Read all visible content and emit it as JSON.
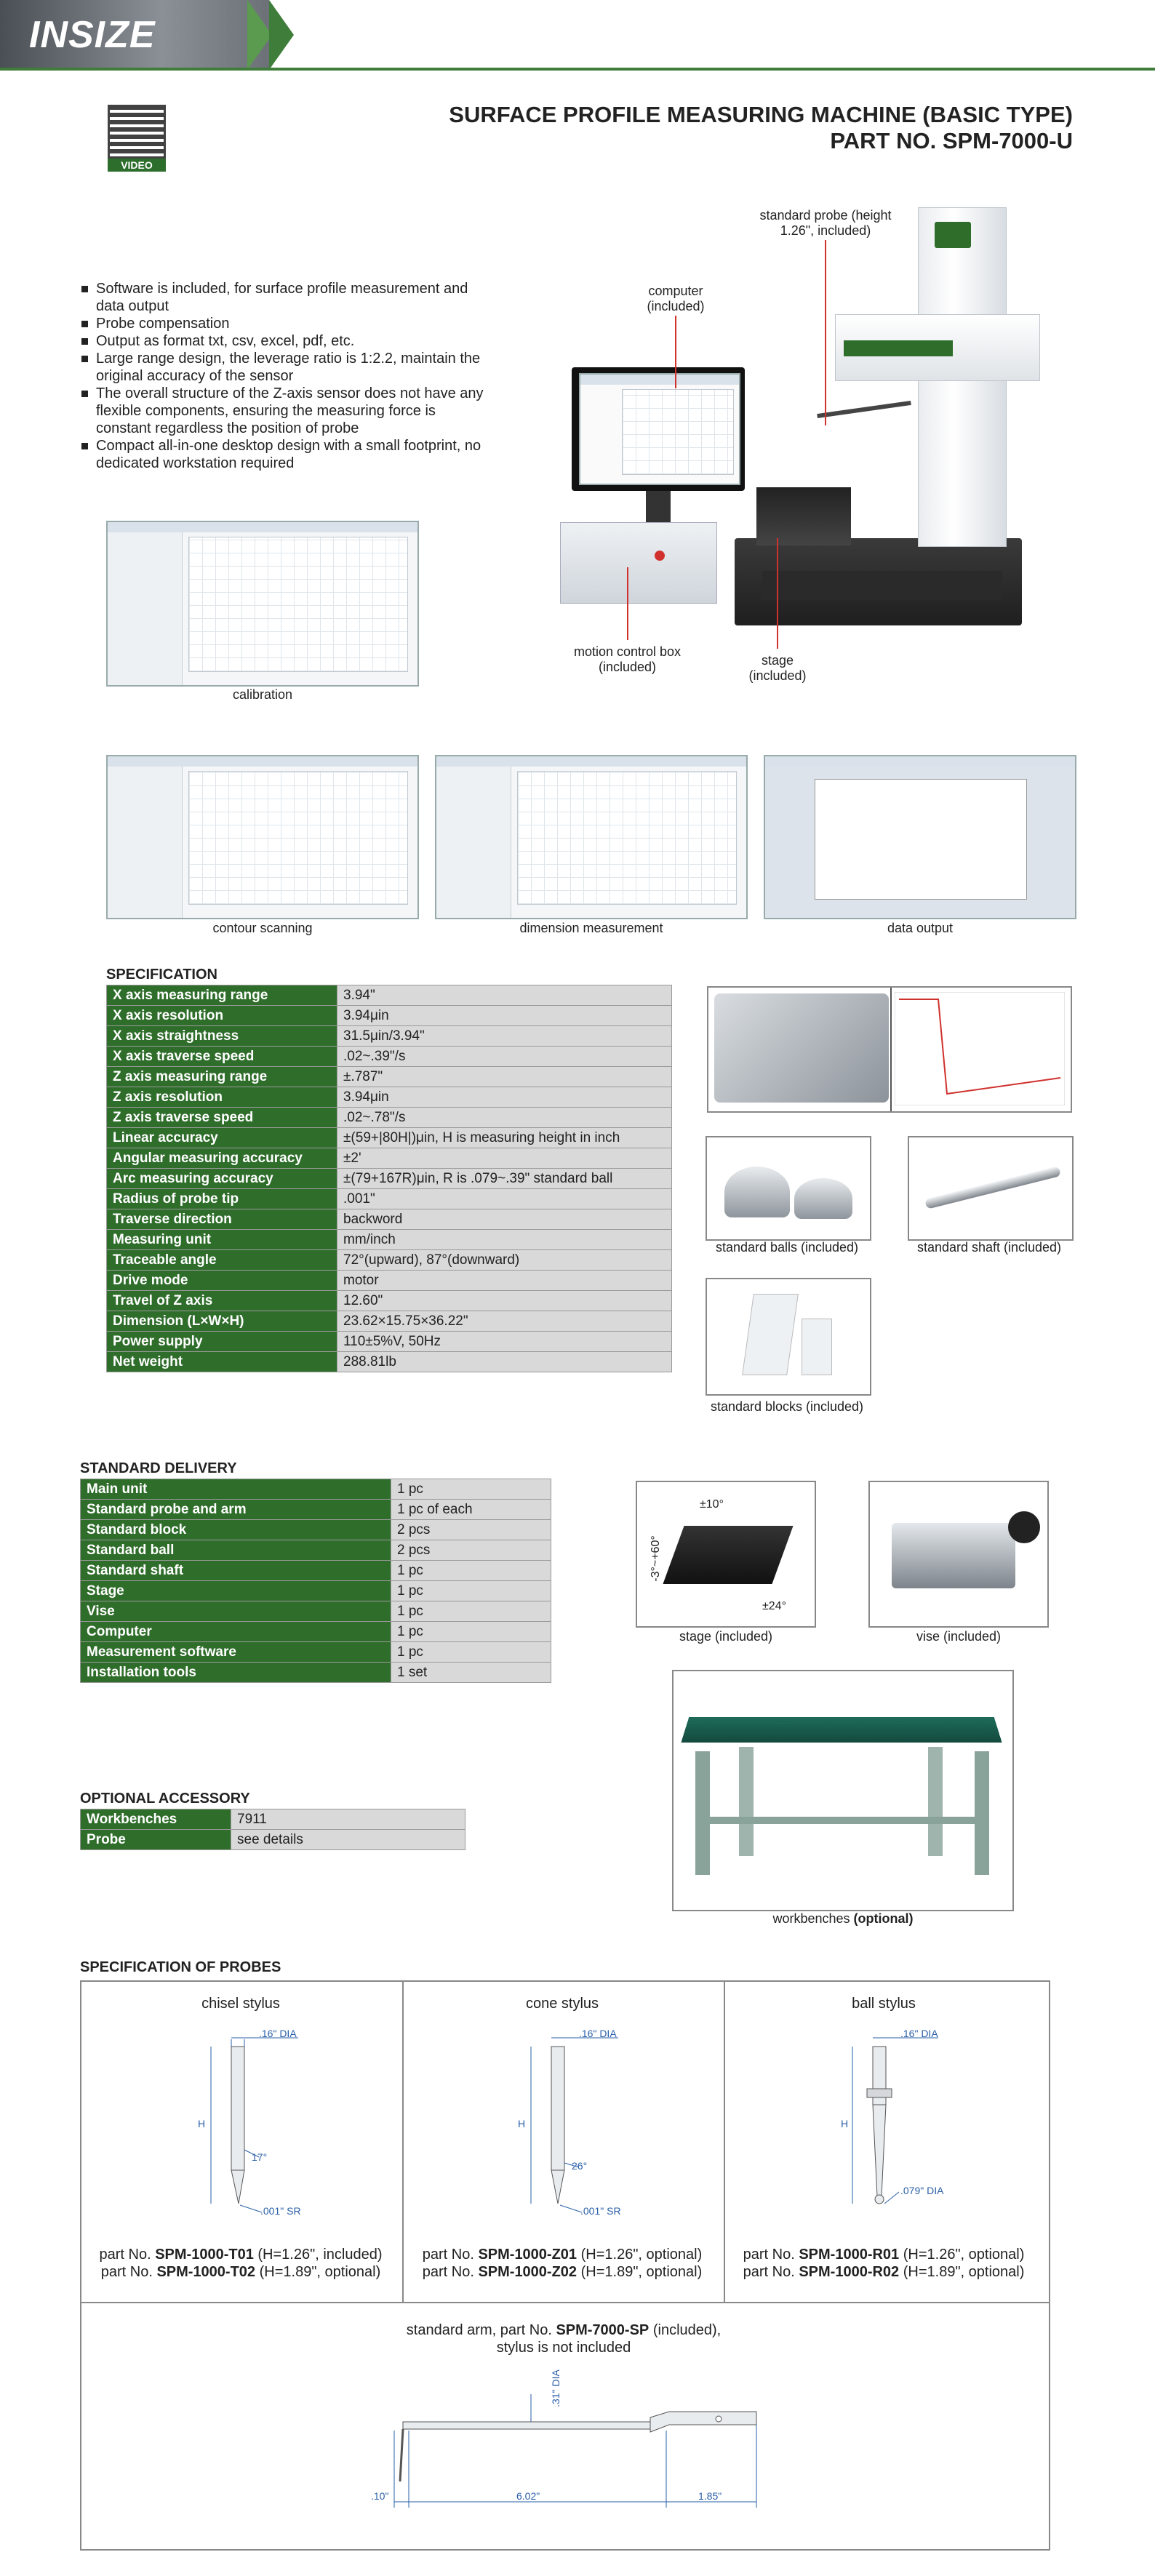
{
  "header": {
    "logo": "INSIZE"
  },
  "qr": {
    "label": "VIDEO"
  },
  "title": {
    "line1": "SURFACE PROFILE MEASURING MACHINE (BASIC TYPE)",
    "line2": "PART NO. SPM-7000-U"
  },
  "features": [
    "Software is included, for surface profile measurement and data output",
    "Probe compensation",
    "Output as format txt, csv, excel, pdf, etc.",
    "Large range design, the leverage ratio is 1:2.2, maintain the original accuracy of the sensor",
    "The overall structure of the Z-axis sensor does not have any flexible components, ensuring the measuring force is constant regardless the position of probe",
    "Compact all-in-one desktop design with a small footprint, no dedicated workstation required"
  ],
  "machine_callouts": {
    "standard_probe": "standard probe (height 1.26\", included)",
    "computer": "computer (included)",
    "motion_control": "motion control box (included)",
    "stage": "stage (included)"
  },
  "screenshots": {
    "calibration": "calibration",
    "contour": "contour scanning",
    "dimension": "dimension measurement",
    "data_output": "data output"
  },
  "specification": {
    "title": "SPECIFICATION",
    "rows": [
      {
        "k": "X axis measuring range",
        "v": "3.94\""
      },
      {
        "k": "X axis resolution",
        "v": "3.94μin"
      },
      {
        "k": "X axis straightness",
        "v": "31.5μin/3.94\""
      },
      {
        "k": "X axis traverse speed",
        "v": ".02~.39\"/s"
      },
      {
        "k": "Z axis measuring range",
        "v": "±.787\""
      },
      {
        "k": "Z axis resolution",
        "v": "3.94μin"
      },
      {
        "k": "Z axis traverse speed",
        "v": ".02~.78\"/s"
      },
      {
        "k": "Linear accuracy",
        "v": "±(59+|80H|)μin, H is measuring height in inch"
      },
      {
        "k": "Angular measuring accuracy",
        "v": "±2'"
      },
      {
        "k": "Arc measuring accuracy",
        "v": "±(79+167R)μin, R is .079~.39\" standard ball"
      },
      {
        "k": "Radius of probe tip",
        "v": ".001\""
      },
      {
        "k": "Traverse direction",
        "v": "backword"
      },
      {
        "k": "Measuring unit",
        "v": "mm/inch"
      },
      {
        "k": "Traceable angle",
        "v": "72°(upward), 87°(downward)"
      },
      {
        "k": "Drive mode",
        "v": "motor"
      },
      {
        "k": "Travel of Z axis",
        "v": "12.60\""
      },
      {
        "k": "Dimension (L×W×H)",
        "v": "23.62×15.75×36.22\""
      },
      {
        "k": "Power supply",
        "v": "110±5%V, 50Hz"
      },
      {
        "k": "Net weight",
        "v": "288.81lb"
      }
    ]
  },
  "accessory_images": {
    "balls": "standard balls (included)",
    "shaft": "standard shaft (included)",
    "blocks": "standard blocks (included)",
    "stage": "stage (included)",
    "stage_angle1": "±10°",
    "stage_angle2": "-3°~+60°",
    "stage_angle3": "±24°",
    "vise": "vise (included)",
    "workbench_prefix": "workbenches ",
    "workbench_bold": "(optional)"
  },
  "standard_delivery": {
    "title": "STANDARD DELIVERY",
    "rows": [
      {
        "k": "Main unit",
        "v": "1 pc"
      },
      {
        "k": "Standard probe and arm",
        "v": "1 pc of each"
      },
      {
        "k": "Standard block",
        "v": "2 pcs"
      },
      {
        "k": "Standard ball",
        "v": "2 pcs"
      },
      {
        "k": "Standard shaft",
        "v": "1 pc"
      },
      {
        "k": "Stage",
        "v": "1 pc"
      },
      {
        "k": "Vise",
        "v": "1 pc"
      },
      {
        "k": "Computer",
        "v": "1 pc"
      },
      {
        "k": "Measurement software",
        "v": "1 pc"
      },
      {
        "k": "Installation tools",
        "v": "1 set"
      }
    ]
  },
  "optional_accessory": {
    "title": "OPTIONAL ACCESSORY",
    "rows": [
      {
        "k": "Workbenches",
        "v": "7911"
      },
      {
        "k": "Probe",
        "v": "see details"
      }
    ]
  },
  "probes": {
    "title": "SPECIFICATION OF PROBES",
    "chisel": {
      "name": "chisel stylus",
      "dia": ".16\" DIA",
      "h": "H",
      "angle": "17°",
      "tip": ".001\" SR",
      "p1_pre": "part No. ",
      "p1_no": "SPM-1000-T01",
      "p1_post": " (H=1.26\", included)",
      "p2_pre": "part No. ",
      "p2_no": "SPM-1000-T02",
      "p2_post": " (H=1.89\", optional)"
    },
    "cone": {
      "name": "cone stylus",
      "dia": ".16\" DIA",
      "h": "H",
      "angle": "26°",
      "tip": ".001\" SR",
      "p1_pre": "part No. ",
      "p1_no": "SPM-1000-Z01",
      "p1_post": " (H=1.26\", optional)",
      "p2_pre": "part No. ",
      "p2_no": "SPM-1000-Z02",
      "p2_post": " (H=1.89\", optional)"
    },
    "ball": {
      "name": "ball stylus",
      "dia": ".16\" DIA",
      "h": "H",
      "tip": ".079\" DIA",
      "p1_pre": "part No. ",
      "p1_no": "SPM-1000-R01",
      "p1_post": " (H=1.26\", optional)",
      "p2_pre": "part No. ",
      "p2_no": "SPM-1000-R02",
      "p2_post": " (H=1.89\", optional)"
    },
    "arm": {
      "line1_pre": "standard arm, part No. ",
      "line1_no": "SPM-7000-SP",
      "line1_post": " (included),",
      "line2": "stylus is not included",
      "dia": ".31\" DIA",
      "d1": ".10\"",
      "d2": "6.02\"",
      "d3": "1.85\""
    }
  }
}
